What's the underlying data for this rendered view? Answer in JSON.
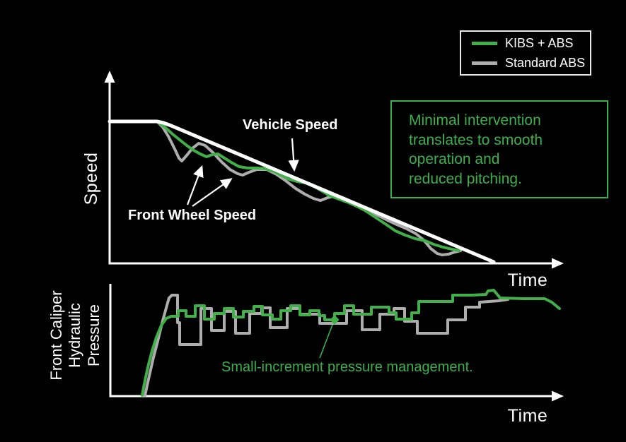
{
  "colors": {
    "background": "#000000",
    "kibs_green": "#41b049",
    "standard_gray": "#adadad",
    "axis_white": "#ffffff"
  },
  "legend": {
    "items": [
      {
        "label": "KIBS + ABS",
        "color": "#41b049"
      },
      {
        "label": "Standard ABS",
        "color": "#adadad"
      }
    ]
  },
  "insight_box": {
    "text": "Minimal intervention\ntranslates to smooth\noperation and\nreduced pitching.",
    "text_color": "#3cb04b",
    "border_color": "#3cb04b"
  },
  "top_chart": {
    "ylabel": "Speed",
    "xlabel": "Time",
    "labels": {
      "vehicle_speed": "Vehicle Speed",
      "front_wheel_speed": "Front Wheel Speed"
    }
  },
  "bottom_chart": {
    "ylabel": "Front Caliper\nHydraulic\nPressure",
    "xlabel": "Time",
    "annotation": "Small-increment pressure management."
  },
  "chart_data": [
    {
      "type": "line",
      "title": "Speed vs Time during ABS braking",
      "xlabel": "Time",
      "ylabel": "Speed",
      "axes_numeric": false,
      "grid": false,
      "legend_position": "top-right",
      "annotations": [
        "Vehicle Speed",
        "Front Wheel Speed"
      ],
      "series": [
        {
          "name": "Front Wheel Speed - Standard ABS",
          "color": "#adadad",
          "width": 4,
          "points": [
            [
              222,
              172
            ],
            [
              230,
              180
            ],
            [
              238,
              193
            ],
            [
              247,
              211
            ],
            [
              253,
              224
            ],
            [
              257,
              228
            ],
            [
              264,
              220
            ],
            [
              272,
              210
            ],
            [
              281,
              203
            ],
            [
              290,
              206
            ],
            [
              301,
              216
            ],
            [
              313,
              229
            ],
            [
              325,
              240
            ],
            [
              336,
              246
            ],
            [
              343,
              248
            ],
            [
              352,
              244
            ],
            [
              363,
              240
            ],
            [
              377,
              240
            ],
            [
              391,
              247
            ],
            [
              404,
              256
            ],
            [
              418,
              267
            ],
            [
              431,
              275
            ],
            [
              443,
              281
            ],
            [
              453,
              284
            ],
            [
              463,
              280
            ],
            [
              475,
              277
            ],
            [
              487,
              281
            ],
            [
              498,
              287
            ],
            [
              509,
              292
            ],
            [
              521,
              298
            ],
            [
              534,
              305
            ],
            [
              548,
              312
            ],
            [
              561,
              318
            ],
            [
              575,
              324
            ],
            [
              588,
              331
            ],
            [
              599,
              340
            ],
            [
              609,
              352
            ],
            [
              618,
              359
            ],
            [
              625,
              361
            ],
            [
              634,
              360
            ],
            [
              643,
              357
            ],
            [
              651,
              355
            ]
          ]
        },
        {
          "name": "Front Wheel Speed - KIBS + ABS",
          "color": "#41b049",
          "width": 4,
          "points": [
            [
              222,
              172
            ],
            [
              233,
              180
            ],
            [
              244,
              190
            ],
            [
              254,
              198
            ],
            [
              264,
              206
            ],
            [
              274,
              213
            ],
            [
              283,
              218
            ],
            [
              292,
              222
            ],
            [
              300,
              219
            ],
            [
              308,
              218
            ],
            [
              316,
              223
            ],
            [
              327,
              230
            ],
            [
              338,
              236
            ],
            [
              350,
              238
            ],
            [
              363,
              238
            ],
            [
              375,
              239
            ],
            [
              388,
              243
            ],
            [
              399,
              249
            ],
            [
              409,
              254
            ],
            [
              420,
              257
            ],
            [
              432,
              259
            ],
            [
              444,
              264
            ],
            [
              456,
              271
            ],
            [
              466,
              277
            ],
            [
              479,
              282
            ],
            [
              493,
              287
            ],
            [
              504,
              292
            ],
            [
              516,
              298
            ],
            [
              531,
              308
            ],
            [
              546,
              318
            ],
            [
              559,
              327
            ],
            [
              573,
              333
            ],
            [
              587,
              338
            ],
            [
              601,
              341
            ],
            [
              613,
              346
            ],
            [
              626,
              350
            ],
            [
              639,
              353
            ],
            [
              649,
              355
            ]
          ]
        },
        {
          "name": "Vehicle Speed",
          "color": "#ffffff",
          "width": 5,
          "points": [
            [
              155,
              172
            ],
            [
              222,
              172
            ],
            [
              231,
              174
            ],
            [
              242,
              178
            ],
            [
              698,
              371
            ]
          ]
        }
      ]
    },
    {
      "type": "line",
      "title": "Front Caliper Hydraulic Pressure vs Time",
      "xlabel": "Time",
      "ylabel": "Front Caliper Hydraulic Pressure",
      "axes_numeric": false,
      "grid": false,
      "annotations": [
        "Small-increment pressure management."
      ],
      "marker_point": {
        "x": 473,
        "y": 453,
        "shape": "diamond",
        "color": "#41b049"
      },
      "series": [
        {
          "name": "Pressure - Standard ABS",
          "color": "#adadad",
          "width": 4,
          "points": [
            [
              205,
              560
            ],
            [
              208,
              546
            ],
            [
              212,
              528
            ],
            [
              217,
              506
            ],
            [
              223,
              483
            ],
            [
              229,
              458
            ],
            [
              235,
              436
            ],
            [
              239,
              422
            ],
            [
              243,
              418
            ],
            [
              251,
              418
            ],
            [
              251,
              457
            ],
            [
              254,
              457
            ],
            [
              254,
              488
            ],
            [
              284,
              488
            ],
            [
              284,
              437
            ],
            [
              299,
              437
            ],
            [
              299,
              468
            ],
            [
              317,
              468
            ],
            [
              317,
              441
            ],
            [
              333,
              441
            ],
            [
              333,
              472
            ],
            [
              353,
              472
            ],
            [
              353,
              444
            ],
            [
              370,
              444
            ],
            [
              370,
              436
            ],
            [
              382,
              436
            ],
            [
              382,
              464
            ],
            [
              406,
              464
            ],
            [
              406,
              437
            ],
            [
              424,
              437
            ],
            [
              424,
              445
            ],
            [
              452,
              445
            ],
            [
              452,
              458
            ],
            [
              490,
              458
            ],
            [
              490,
              440
            ],
            [
              512,
              440
            ],
            [
              512,
              467
            ],
            [
              537,
              467
            ],
            [
              537,
              445
            ],
            [
              557,
              445
            ],
            [
              557,
              437
            ],
            [
              572,
              437
            ],
            [
              572,
              455
            ],
            [
              590,
              455
            ],
            [
              590,
              472
            ],
            [
              633,
              472
            ],
            [
              633,
              453
            ],
            [
              658,
              453
            ],
            [
              658,
              435
            ],
            [
              678,
              435
            ],
            [
              678,
              428
            ],
            [
              705,
              426
            ],
            [
              718,
              424
            ]
          ]
        },
        {
          "name": "Pressure - KIBS + ABS",
          "color": "#41b049",
          "width": 4,
          "points": [
            [
              201,
              560
            ],
            [
              203,
              549
            ],
            [
              206,
              534
            ],
            [
              210,
              516
            ],
            [
              215,
              497
            ],
            [
              221,
              478
            ],
            [
              228,
              461
            ],
            [
              235,
              451
            ],
            [
              242,
              448
            ],
            [
              252,
              448
            ],
            [
              252,
              440
            ],
            [
              263,
              440
            ],
            [
              263,
              448
            ],
            [
              276,
              448
            ],
            [
              276,
              433
            ],
            [
              289,
              433
            ],
            [
              289,
              452
            ],
            [
              303,
              452
            ],
            [
              303,
              444
            ],
            [
              317,
              444
            ],
            [
              317,
              437
            ],
            [
              330,
              437
            ],
            [
              330,
              449
            ],
            [
              344,
              449
            ],
            [
              344,
              441
            ],
            [
              359,
              441
            ],
            [
              359,
              434
            ],
            [
              371,
              434
            ],
            [
              371,
              446
            ],
            [
              385,
              446
            ],
            [
              385,
              452
            ],
            [
              397,
              452
            ],
            [
              397,
              440
            ],
            [
              411,
              440
            ],
            [
              411,
              433
            ],
            [
              424,
              433
            ],
            [
              424,
              446
            ],
            [
              438,
              446
            ],
            [
              438,
              440
            ],
            [
              451,
              440
            ],
            [
              451,
              447
            ],
            [
              459,
              447
            ],
            [
              459,
              453
            ],
            [
              473,
              453
            ],
            [
              473,
              444
            ],
            [
              487,
              444
            ],
            [
              487,
              433
            ],
            [
              500,
              433
            ],
            [
              500,
              445
            ],
            [
              525,
              445
            ],
            [
              525,
              435
            ],
            [
              550,
              435
            ],
            [
              550,
              443
            ],
            [
              560,
              443
            ],
            [
              560,
              452
            ],
            [
              582,
              452
            ],
            [
              582,
              443
            ],
            [
              592,
              443
            ],
            [
              592,
              427
            ],
            [
              640,
              427
            ],
            [
              640,
              418
            ],
            [
              667,
              418
            ],
            [
              687,
              417
            ],
            [
              690,
              412
            ],
            [
              698,
              411
            ],
            [
              703,
              417
            ],
            [
              707,
              422
            ],
            [
              740,
              423
            ],
            [
              770,
              423
            ],
            [
              780,
              428
            ],
            [
              791,
              437
            ]
          ]
        }
      ]
    }
  ]
}
